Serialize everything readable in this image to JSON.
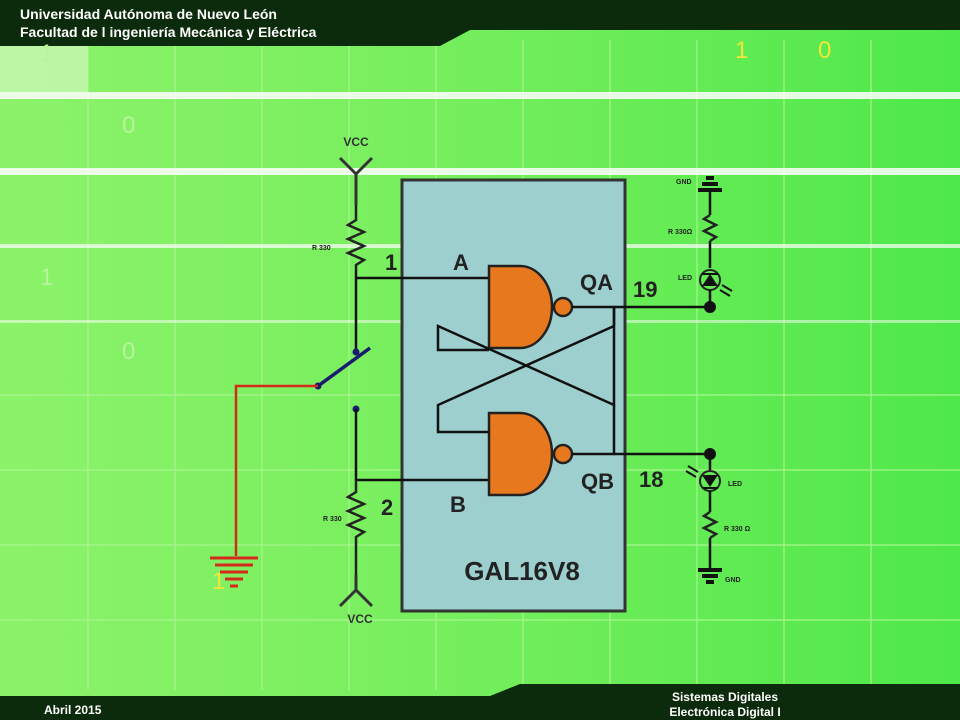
{
  "header": {
    "line1": "Universidad Autónoma de Nuevo León",
    "line2": "Facultad de l ingeniería Mecánica y Eléctrica"
  },
  "footer": {
    "date": "Abril 2015",
    "line1": "Sistemas Digitales",
    "line2": "Electrónica Digital I"
  },
  "background_digits": {
    "d1": "1",
    "d2": "1",
    "d3": "0",
    "d4": "0",
    "d5": "1",
    "d6": "0",
    "d7": "1"
  },
  "circuit": {
    "chip_name": "GAL16V8",
    "vcc_top": "VCC",
    "vcc_bottom": "VCC",
    "r_top": "R 330",
    "r_bottom": "R 330",
    "pin1": "1",
    "pin2": "2",
    "input_a": "A",
    "input_b": "B",
    "output_qa": "QA",
    "output_qb": "QB",
    "pin19": "19",
    "pin18": "18",
    "gnd_top": "GND",
    "r_led_top": "R 330Ω",
    "led_top": "LED",
    "led_bottom": "LED",
    "r_led_bottom": "R 330 Ω",
    "gnd_bottom": "GND"
  },
  "colors": {
    "header": "#0c2a0c",
    "chip_fill": "#9ecfcf",
    "gate_fill": "#e8781e",
    "wire": "#111111",
    "switch": "#1a1a6e",
    "ground_wire": "#d42a1a",
    "digit": "#b6f59a",
    "digit_yellow": "#f2e63a"
  }
}
